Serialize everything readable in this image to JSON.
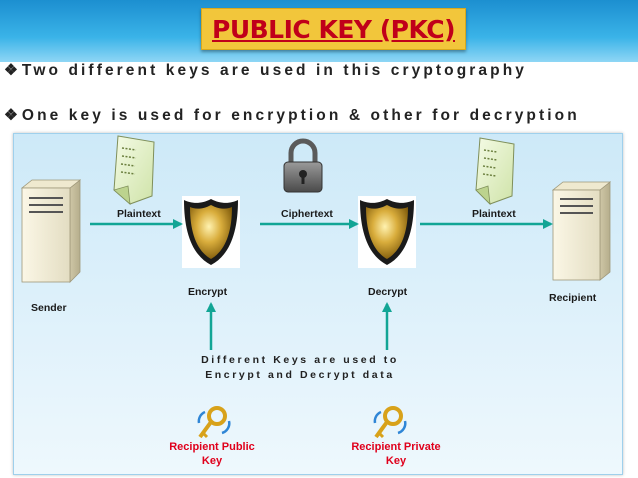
{
  "title": "PUBLIC KEY (PKC)",
  "bullets": [
    {
      "mark": "❖",
      "text": "Two different keys are used in this cryptography"
    },
    {
      "mark": "❖",
      "text": "One key is used for encryption & other for decryption"
    }
  ],
  "diagram": {
    "sender_label": "Sender",
    "recipient_label": "Recipient",
    "plaintext_left": "Plaintext",
    "ciphertext": "Ciphertext",
    "plaintext_right": "Plaintext",
    "encrypt_label": "Encrypt",
    "decrypt_label": "Decrypt",
    "note_line1": "Different Keys are used to",
    "note_line2": "Encrypt and Decrypt data",
    "public_key_line1": "Recipient Public",
    "public_key_line2": "Key",
    "private_key_line1": "Recipient Private",
    "private_key_line2": "Key"
  },
  "colors": {
    "arrow": "#12a595",
    "key_label": "#e0001c",
    "title_text": "#c0001a",
    "title_box": "#f2c63b"
  }
}
